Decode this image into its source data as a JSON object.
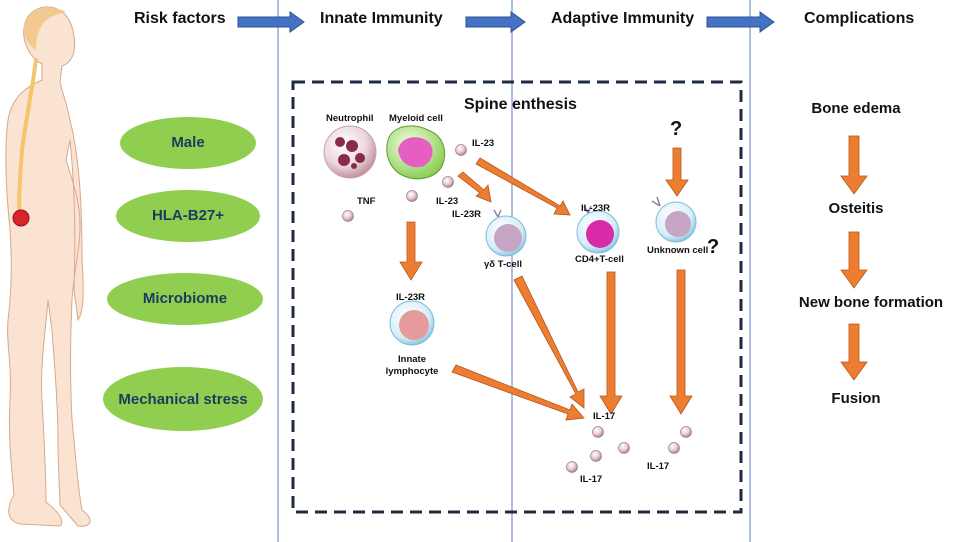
{
  "headers": {
    "risk_factors": "Risk factors",
    "innate_immunity": "Innate Immunity",
    "adaptive_immunity": "Adaptive Immunity",
    "complications": "Complications"
  },
  "risk_factors": [
    "Male",
    "HLA-B27+",
    "Microbiome",
    "Mechanical stress"
  ],
  "enthesis": {
    "title": "Spine enthesis",
    "neutrophil": "Neutrophil",
    "myeloid_cell": "Myeloid cell",
    "tnf": "TNF",
    "il23_top": "IL-23",
    "il23_mid": "IL-23",
    "il23r_gd": "IL-23R",
    "gd_tcell": "γδ T-cell",
    "il23r_cd4": "IL-23R",
    "cd4_tcell": "CD4+T-cell",
    "unknown_cell": "Unknown cell",
    "il23r_innate": "IL-23R",
    "innate_lymphocyte": "Innate lymphocyte",
    "il17_a": "IL-17",
    "il17_b": "IL-17",
    "il17_c": "IL-17",
    "question_top": "?",
    "question_side": "?"
  },
  "complications": [
    "Bone edema",
    "Osteitis",
    "New bone formation",
    "Fusion"
  ],
  "colors": {
    "arrow_orange": "#ed7d31",
    "header_arrow_blue": "#4472c4",
    "risk_green": "#8fce4f",
    "divider_blue": "#5b7fc7"
  }
}
